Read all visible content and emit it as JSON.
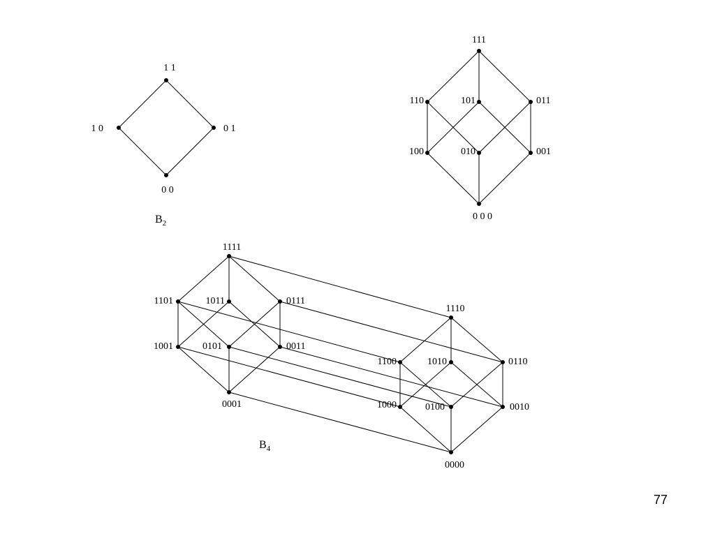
{
  "page_number": "77",
  "diagrams": [
    {
      "id": "b2",
      "caption": {
        "main": "B",
        "sub": "2"
      },
      "nodes": [
        {
          "id": "11",
          "label": "1 1"
        },
        {
          "id": "10",
          "label": "1 0"
        },
        {
          "id": "01",
          "label": "0 1"
        },
        {
          "id": "00",
          "label": "0 0"
        }
      ],
      "edges": [
        [
          "11",
          "10"
        ],
        [
          "11",
          "01"
        ],
        [
          "10",
          "00"
        ],
        [
          "01",
          "00"
        ]
      ]
    },
    {
      "id": "b3",
      "caption": null,
      "nodes": [
        {
          "id": "111",
          "label": "111"
        },
        {
          "id": "110",
          "label": "110"
        },
        {
          "id": "101",
          "label": "101"
        },
        {
          "id": "011",
          "label": "011"
        },
        {
          "id": "100",
          "label": "100"
        },
        {
          "id": "010",
          "label": "010"
        },
        {
          "id": "001",
          "label": "001"
        },
        {
          "id": "000",
          "label": "0 0 0"
        }
      ],
      "edges": [
        [
          "111",
          "110"
        ],
        [
          "111",
          "101"
        ],
        [
          "111",
          "011"
        ],
        [
          "110",
          "100"
        ],
        [
          "110",
          "010"
        ],
        [
          "101",
          "100"
        ],
        [
          "101",
          "001"
        ],
        [
          "011",
          "010"
        ],
        [
          "011",
          "001"
        ],
        [
          "100",
          "000"
        ],
        [
          "010",
          "000"
        ],
        [
          "001",
          "000"
        ]
      ]
    },
    {
      "id": "b4",
      "caption": {
        "main": "B",
        "sub": "4"
      },
      "nodes": [
        {
          "id": "1111",
          "label": "1111"
        },
        {
          "id": "1101",
          "label": "1101"
        },
        {
          "id": "1011",
          "label": "1011"
        },
        {
          "id": "0111",
          "label": "0111"
        },
        {
          "id": "1001",
          "label": "1001"
        },
        {
          "id": "0101",
          "label": "0101"
        },
        {
          "id": "0011",
          "label": "0011"
        },
        {
          "id": "0001",
          "label": "0001"
        },
        {
          "id": "1110",
          "label": "1110"
        },
        {
          "id": "1100",
          "label": "1100"
        },
        {
          "id": "1010",
          "label": "1010"
        },
        {
          "id": "0110",
          "label": "0110"
        },
        {
          "id": "1000",
          "label": "1000"
        },
        {
          "id": "0100",
          "label": "0100"
        },
        {
          "id": "0010",
          "label": "0010"
        },
        {
          "id": "0000",
          "label": "0000"
        }
      ],
      "edges": [
        [
          "1111",
          "1101"
        ],
        [
          "1111",
          "1011"
        ],
        [
          "1111",
          "0111"
        ],
        [
          "1101",
          "1001"
        ],
        [
          "1101",
          "0101"
        ],
        [
          "1011",
          "1001"
        ],
        [
          "1011",
          "0011"
        ],
        [
          "0111",
          "0101"
        ],
        [
          "0111",
          "0011"
        ],
        [
          "1001",
          "0001"
        ],
        [
          "0101",
          "0001"
        ],
        [
          "0011",
          "0001"
        ],
        [
          "1110",
          "1100"
        ],
        [
          "1110",
          "1010"
        ],
        [
          "1110",
          "0110"
        ],
        [
          "1100",
          "1000"
        ],
        [
          "1100",
          "0100"
        ],
        [
          "1010",
          "1000"
        ],
        [
          "1010",
          "0010"
        ],
        [
          "0110",
          "0100"
        ],
        [
          "0110",
          "0010"
        ],
        [
          "1000",
          "0000"
        ],
        [
          "0100",
          "0000"
        ],
        [
          "0010",
          "0000"
        ],
        [
          "1111",
          "1110"
        ],
        [
          "1101",
          "1100"
        ],
        [
          "0111",
          "0110"
        ],
        [
          "1001",
          "1000"
        ],
        [
          "0101",
          "0100"
        ],
        [
          "0011",
          "0010"
        ],
        [
          "0001",
          "0000"
        ]
      ]
    }
  ]
}
